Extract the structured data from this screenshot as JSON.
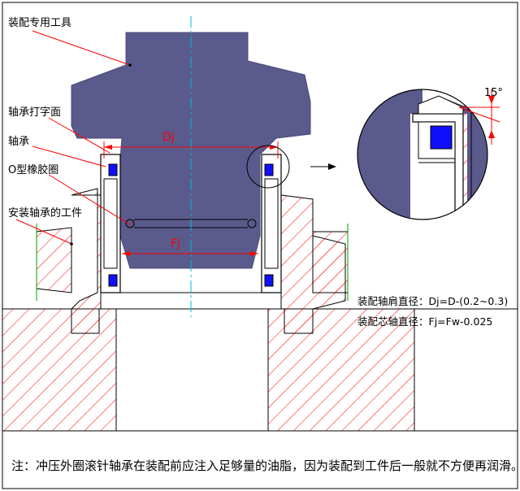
{
  "labels": {
    "tool": "装配专用工具",
    "marked_face": "轴承打字面",
    "bearing": "轴承",
    "o_ring": "O型橡胶圈",
    "workpiece": "安装轴承的工件"
  },
  "dimensions": {
    "dj": "Dj",
    "fj": "Fj",
    "angle": "15°"
  },
  "formulas": {
    "shoulder": "装配轴肩直径：Dj=D-(0.2~0.3)",
    "core": "装配芯轴直径：Fj=Fw-0.025"
  },
  "note": "注：冲压外圈滚针轴承在装配前应注入足够量的油脂，因为装配到工件后一般就不方便再润滑。",
  "colors": {
    "tool_fill": "#5a5a8c",
    "hatch": "#ff0000",
    "outline": "#000000",
    "centerline": "#00bcd4",
    "seal_blue": "#1010ff",
    "leader": "#ff0000",
    "green_mark": "#00a000"
  }
}
